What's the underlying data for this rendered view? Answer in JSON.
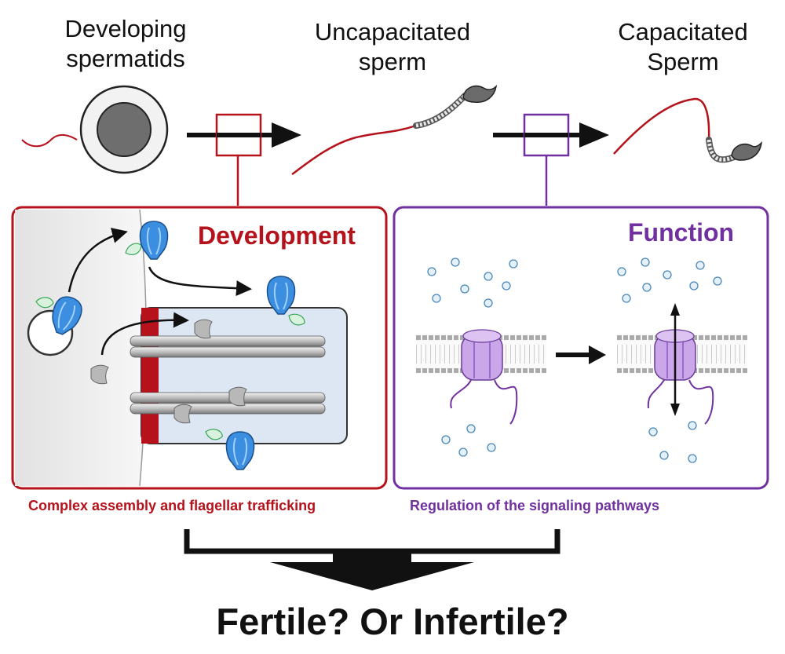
{
  "stages": [
    {
      "line1": "Developing",
      "line2": "spermatids"
    },
    {
      "line1": "Uncapacitated",
      "line2": "sperm"
    },
    {
      "line1": "Capacitated",
      "line2": "Sperm"
    }
  ],
  "panels": {
    "development": {
      "title": "Development",
      "caption": "Complex assembly and flagellar trafficking",
      "color": "#b5121b"
    },
    "function": {
      "title": "Function",
      "caption": "Regulation of the signaling pathways",
      "color": "#7030a0"
    }
  },
  "conclusion": "Fertile? Or Infertile?"
}
